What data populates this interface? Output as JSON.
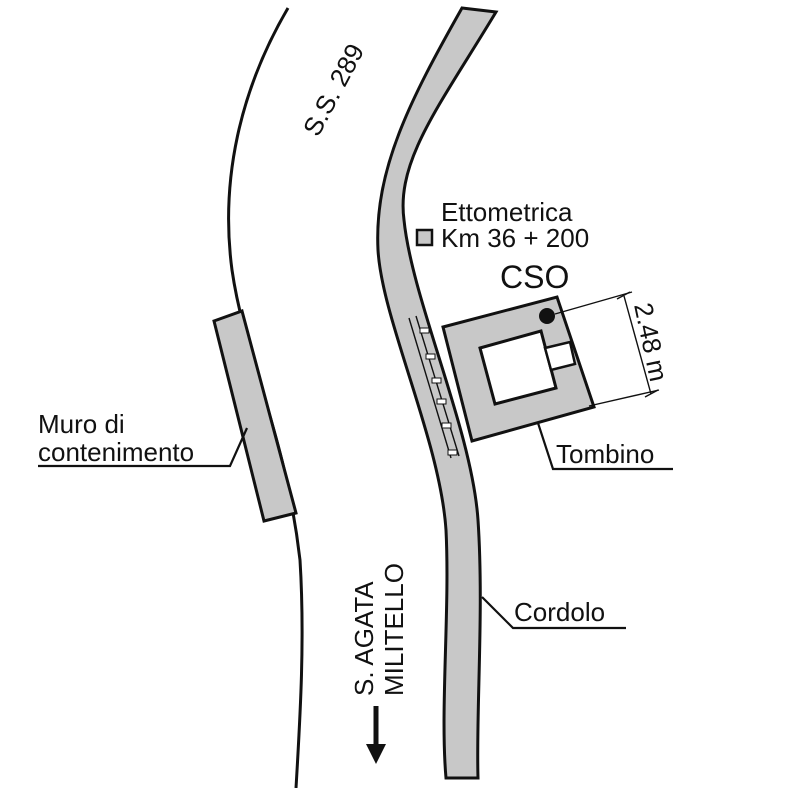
{
  "colors": {
    "background": "#ffffff",
    "line": "#111111",
    "fill_grey": "#c8c8c8"
  },
  "labels": {
    "road": "S.S. 289",
    "marker_line1": "Ettometrica",
    "marker_line2": "Km 36 + 200",
    "station": "CSO",
    "distance": "2.48 m",
    "culvert": "Tombino",
    "wall_line1": "Muro di",
    "wall_line2": "contenimento",
    "curb": "Cordolo",
    "direction_line1": "S. AGATA",
    "direction_line2": "MILITELLO"
  },
  "icons": {
    "marker": "square-marker-icon",
    "station": "station-dot-icon",
    "direction": "arrow-down-icon"
  }
}
